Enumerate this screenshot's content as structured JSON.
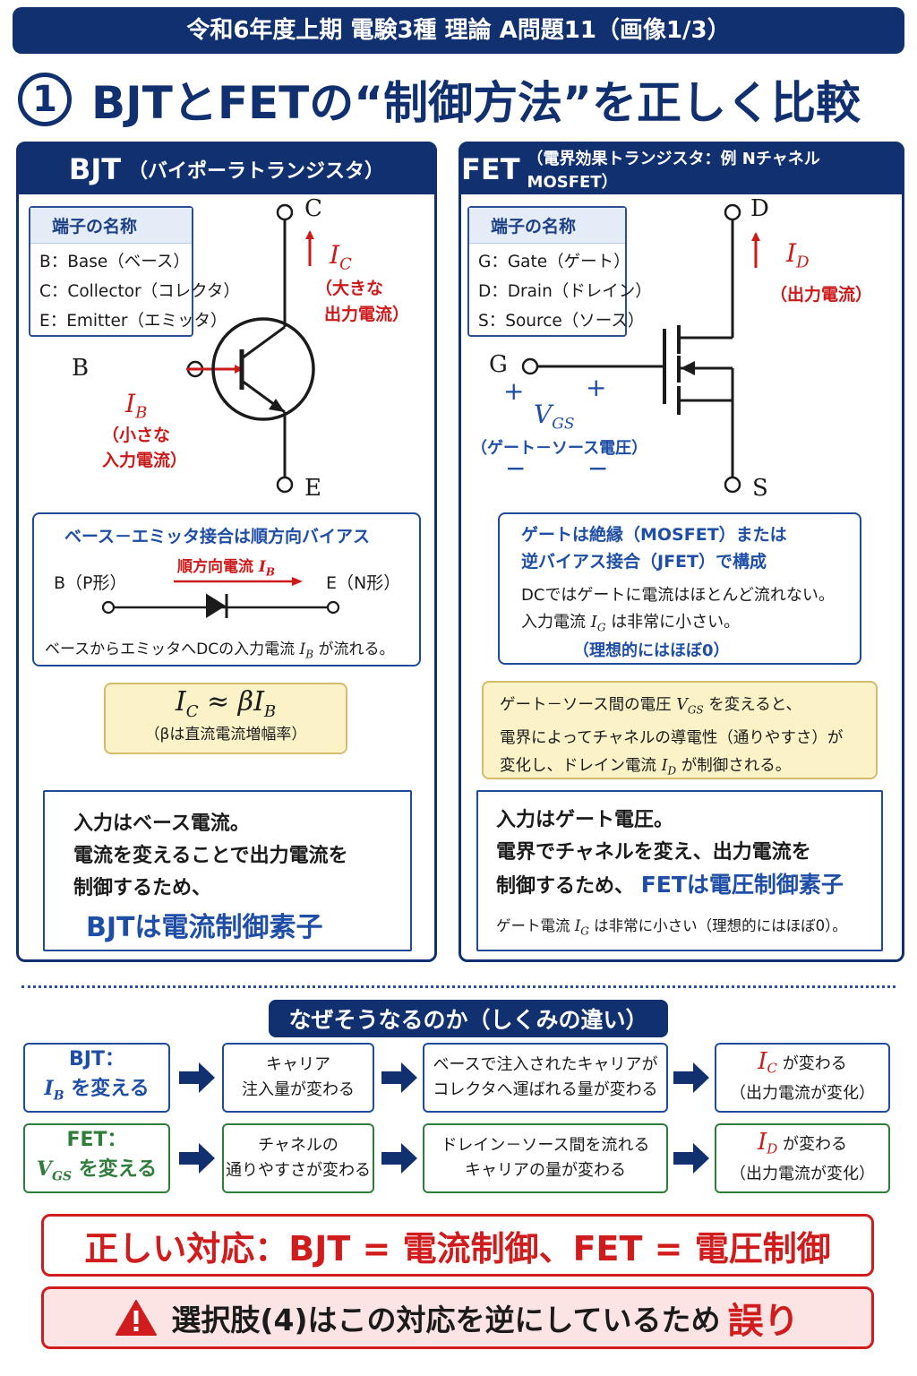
{
  "header": {
    "bar": "令和6年度上期 電験3種 理論 A問題11（画像1/3）",
    "number": "1",
    "title": "BJTとFETの“制御方法”を正しく比較"
  },
  "bjt": {
    "heading": "BJT",
    "heading_sub": "（バイポーラトランジスタ）",
    "terms_title": "端子の名称",
    "terms": [
      "B：Base（ベース）",
      "C：Collector（コレクタ）",
      "E：Emitter（エミッタ）"
    ],
    "pin_b": "B",
    "pin_c": "C",
    "pin_e": "E",
    "ic_sym": "I",
    "ic_sub": "C",
    "ic_desc": [
      "（大きな",
      "出力電流）"
    ],
    "ib_sym": "I",
    "ib_sub": "B",
    "ib_desc": [
      "（小さな",
      "入力電流）"
    ],
    "junction": {
      "title": "ベース－エミッタ接合は順方向バイアス",
      "left": "B（P形）",
      "right": "E（N形）",
      "arrow_label": "順方向電流",
      "arrow_sym": "I",
      "arrow_sub": "B",
      "note_pre": "ベースからエミッタへDCの入力電流",
      "note_sym": "I",
      "note_sub": "B",
      "note_post": "が流れる。"
    },
    "formula": {
      "ic": "I",
      "ic_sub": "C",
      "approx": "≈",
      "beta": "β",
      "ib": "I",
      "ib_sub": "B",
      "note": "（βは直流電流増幅率）"
    },
    "summary": {
      "lines": [
        "入力はベース電流。",
        "電流を変えることで出力電流を",
        "制御するため、"
      ],
      "conclusion": "BJTは電流制御素子"
    }
  },
  "fet": {
    "heading": "FET",
    "heading_sub": "（電界効果トランジスタ：例 Nチャネル MOSFET）",
    "terms_title": "端子の名称",
    "terms": [
      "G：Gate（ゲート）",
      "D：Drain（ドレイン）",
      "S：Source（ソース）"
    ],
    "pin_g": "G",
    "pin_d": "D",
    "pin_s": "S",
    "id_sym": "I",
    "id_sub": "D",
    "id_desc": "（出力電流）",
    "plus": "+",
    "minus": "−",
    "vgs_sym": "V",
    "vgs_sub": "GS",
    "vgs_desc": "（ゲート－ソース電圧）",
    "gate": {
      "line1": "ゲートは絶縁（MOSFET）または",
      "line2": "逆バイアス接合（JFET）で構成",
      "line3": "DCではゲートに電流はほとんど流れない。",
      "line4_pre": "入力電流",
      "line4_sym": "I",
      "line4_sub": "G",
      "line4_post": "は非常に小さい。",
      "line5": "（理想的にはほぼ0）"
    },
    "field": {
      "l1_pre": "ゲート－ソース間の電圧",
      "l1_sym": "V",
      "l1_sub": "GS",
      "l1_post": "を変えると、",
      "l2": "電界によってチャネルの導電性（通りやすさ）が",
      "l3_pre": "変化し、ドレイン電流",
      "l3_sym": "I",
      "l3_sub": "D",
      "l3_post": "が制御される。"
    },
    "summary": {
      "lines": [
        "入力はゲート電圧。",
        "電界でチャネルを変え、出力電流を"
      ],
      "line3": "制御するため、",
      "conclusion": "FETは電圧制御素子",
      "note_pre": "ゲート電流",
      "note_sym": "I",
      "note_sub": "G",
      "note_post": "は非常に小さい（理想的にはほぼ0）。"
    }
  },
  "why": {
    "title": "なぜそうなるのか（しくみの違い）",
    "bjt_row": {
      "label1": "BJT：",
      "label_sym": "I",
      "label_sub": "B",
      "label_post": "を変える",
      "step1": [
        "キャリア",
        "注入量が変わる"
      ],
      "step2": [
        "ベースで注入されたキャリアが",
        "コレクタへ運ばれる量が変わる"
      ],
      "out_sym": "I",
      "out_sub": "C",
      "out_post": "が変わる",
      "out_note": "（出力電流が変化）"
    },
    "fet_row": {
      "label1": "FET：",
      "label_sym": "V",
      "label_sub": "GS",
      "label_post": "を変える",
      "step1": [
        "チャネルの",
        "通りやすさが変わる"
      ],
      "step2": [
        "ドレイン－ソース間を流れる",
        "キャリアの量が変わる"
      ],
      "out_sym": "I",
      "out_sub": "D",
      "out_post": "が変わる",
      "out_note": "（出力電流が変化）"
    }
  },
  "conclusion": {
    "correct": "正しい対応：BJT = 電流制御、FET = 電圧制御",
    "wrong_pre": "選択肢(4)はこの対応を逆にしているため",
    "wrong_word": "誤り"
  },
  "colors": {
    "navy": "#10306f",
    "red": "#cc1a1a",
    "blue": "#1e4ea6",
    "green": "#2f7d3a",
    "yellow": "#fbf2c7"
  }
}
